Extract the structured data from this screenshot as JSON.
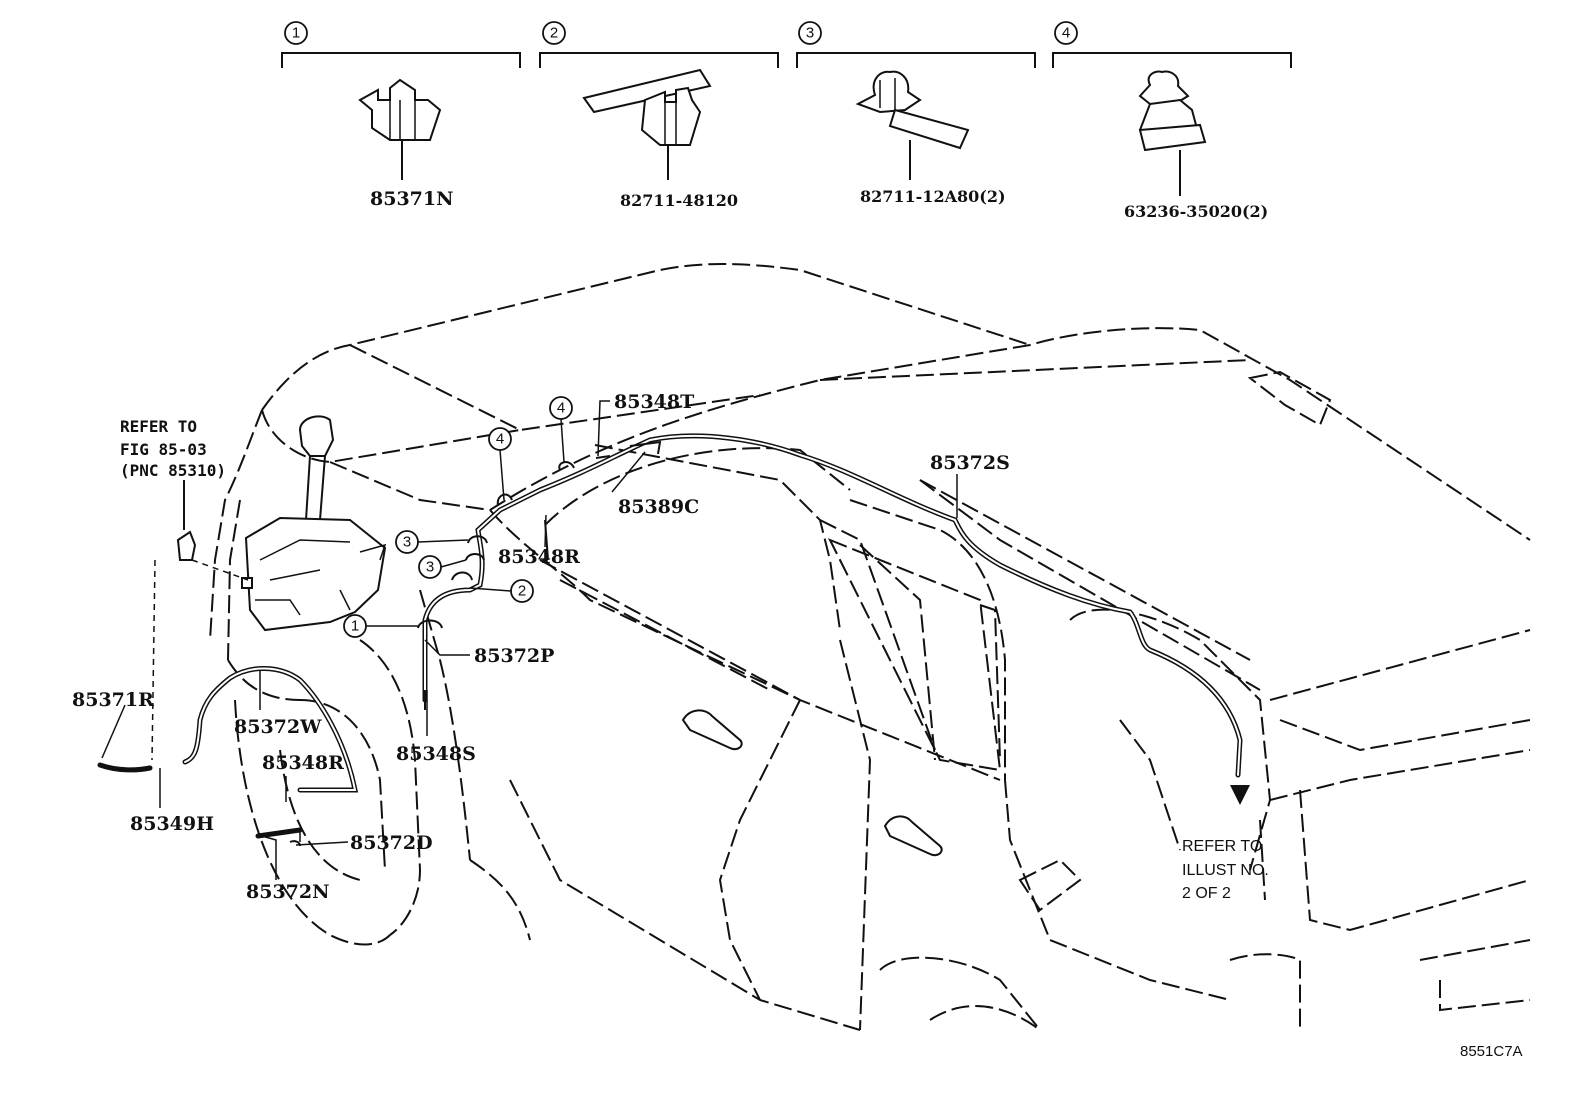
{
  "clip_groups": [
    {
      "index": "1",
      "part_number": "85371N"
    },
    {
      "index": "2",
      "part_number": "82711-48120"
    },
    {
      "index": "3",
      "part_number": "82711-12A80(2)"
    },
    {
      "index": "4",
      "part_number": "63236-35020(2)"
    }
  ],
  "reference_notes": {
    "fig_ref": [
      "REFER TO",
      "FIG 85-03",
      "(PNC 85310)"
    ],
    "illust_ref": [
      "REFER TO",
      "ILLUST NO.",
      "2 OF 2"
    ]
  },
  "callouts": {
    "c_85348T": "85348T",
    "c_85389C": "85389C",
    "c_85348R_top": "85348R",
    "c_85372P": "85372P",
    "c_85348S": "85348S",
    "c_85372S": "85372S",
    "c_85371R": "85371R",
    "c_85372W": "85372W",
    "c_85348R_low": "85348R",
    "c_85349H": "85349H",
    "c_85372D": "85372D",
    "c_85372N": "85372N"
  },
  "clip_markers": [
    "4",
    "4",
    "3",
    "3",
    "2",
    "1"
  ],
  "illustration_code": "8551C7A"
}
